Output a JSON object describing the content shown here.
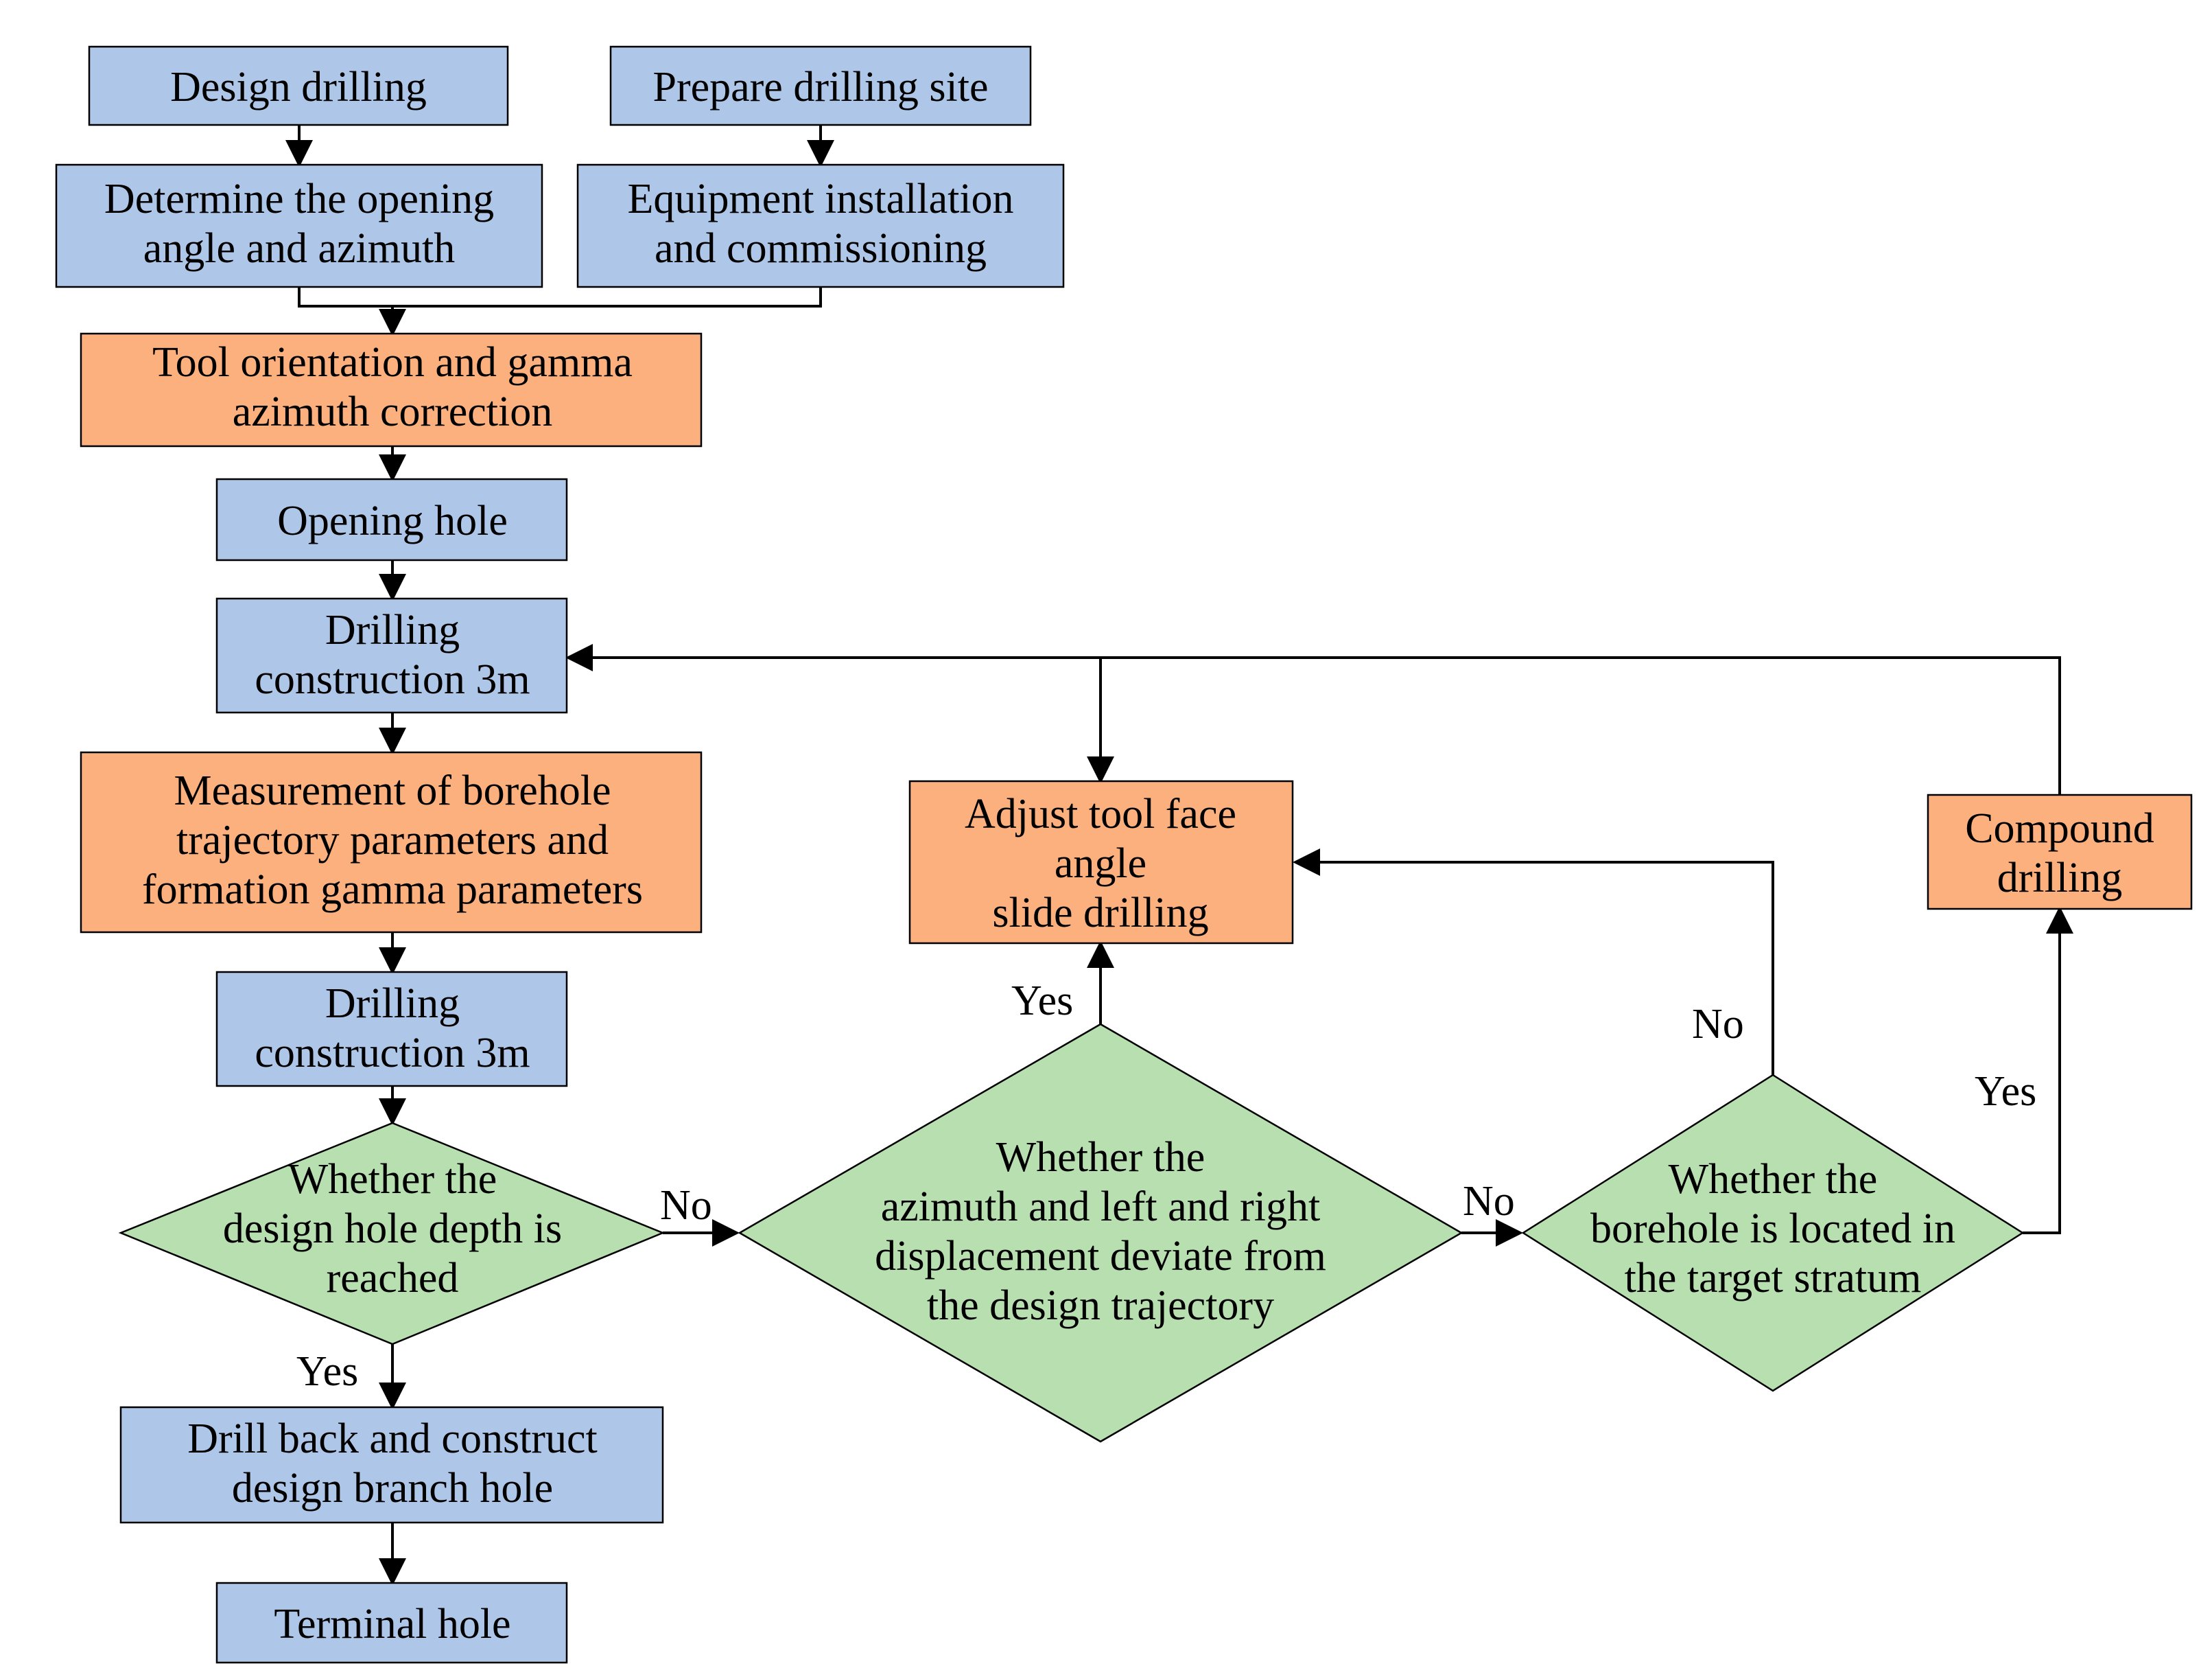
{
  "colors": {
    "process": "#aec6e8",
    "key_step": "#fbb07e",
    "decision": "#b8dfb0",
    "line": "#000000"
  },
  "nodes": {
    "design_drilling": {
      "lines": [
        "Design drilling"
      ]
    },
    "prepare_site": {
      "lines": [
        "Prepare drilling site"
      ]
    },
    "determine_angle": {
      "lines": [
        "Determine the opening",
        "angle and azimuth"
      ]
    },
    "equipment_install": {
      "lines": [
        "Equipment installation",
        "and commissioning"
      ]
    },
    "tool_orientation": {
      "lines": [
        "Tool orientation and gamma",
        "azimuth correction"
      ]
    },
    "opening_hole": {
      "lines": [
        "Opening hole"
      ]
    },
    "drilling_1": {
      "lines": [
        "Drilling",
        "construction 3m"
      ]
    },
    "measurement": {
      "lines": [
        "Measurement of borehole",
        "trajectory parameters and",
        "formation gamma parameters"
      ]
    },
    "drilling_2": {
      "lines": [
        "Drilling",
        "construction 3m"
      ]
    },
    "depth_check": {
      "lines": [
        "Whether the",
        "design hole depth is",
        "reached"
      ]
    },
    "drill_back": {
      "lines": [
        "Drill back and construct",
        "design branch hole"
      ]
    },
    "terminal_hole": {
      "lines": [
        "Terminal hole"
      ]
    },
    "deviation_check": {
      "lines": [
        "Whether the",
        "azimuth and left and right",
        "displacement deviate from",
        "the design trajectory"
      ]
    },
    "stratum_check": {
      "lines": [
        "Whether the",
        "borehole is located in",
        "the target stratum"
      ]
    },
    "adjust_tool": {
      "lines": [
        "Adjust tool face",
        "angle",
        "slide drilling"
      ]
    },
    "compound": {
      "lines": [
        "Compound",
        "drilling"
      ]
    }
  },
  "edge_labels": {
    "depth_yes": "Yes",
    "depth_no": "No",
    "deviation_yes": "Yes",
    "deviation_no": "No",
    "stratum_no": "No",
    "stratum_yes": "Yes"
  }
}
